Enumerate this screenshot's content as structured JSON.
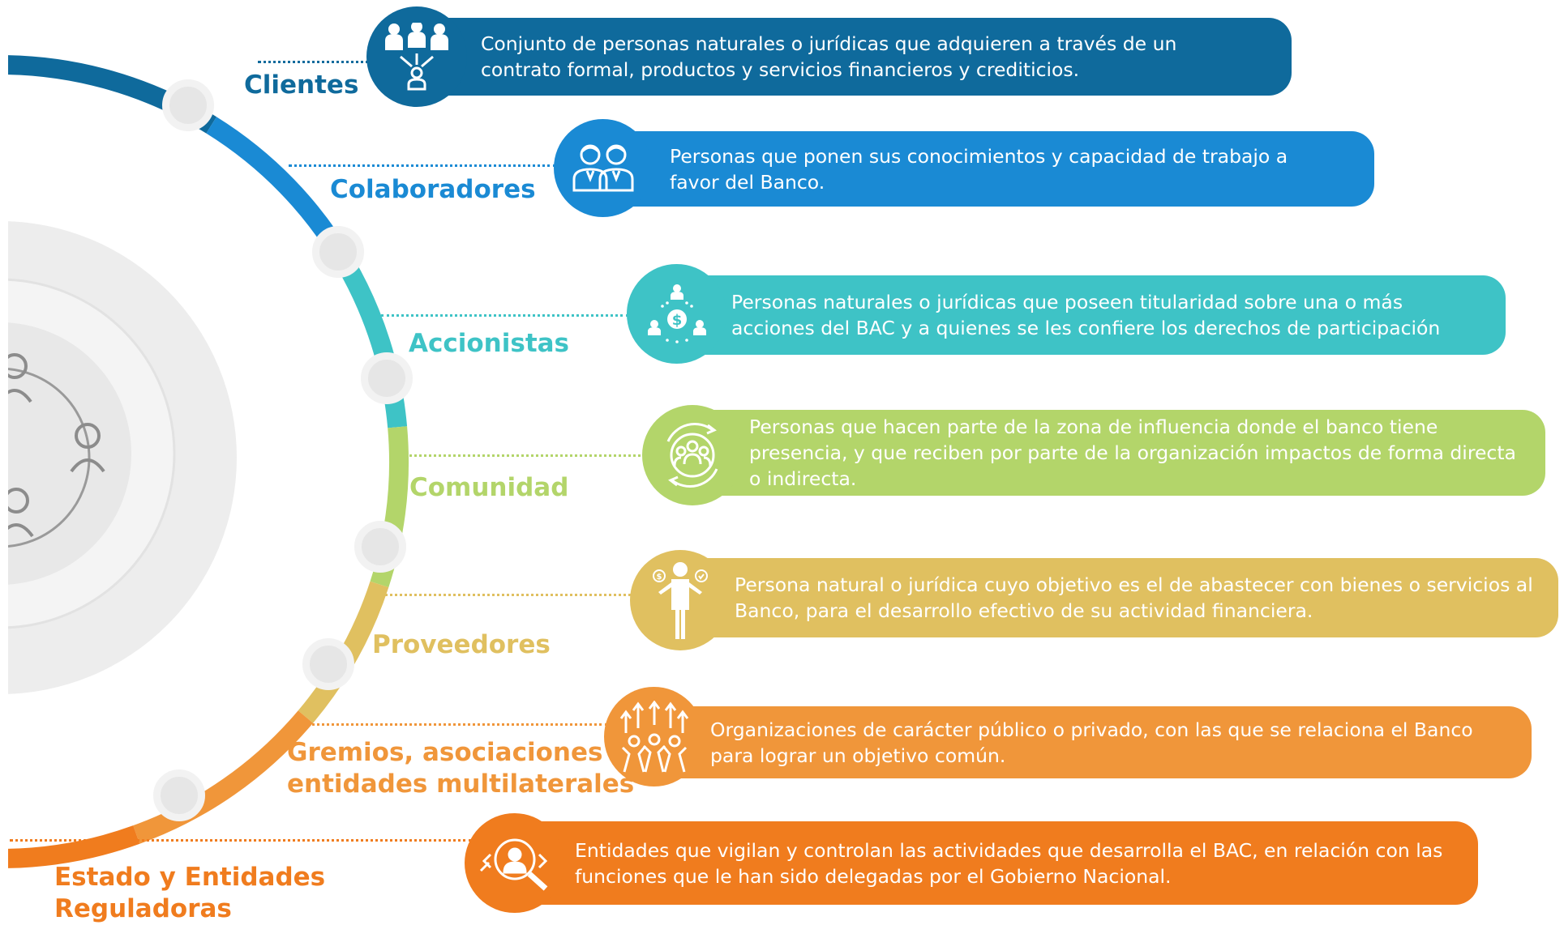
{
  "colors": {
    "clientes": "#0f6a9c",
    "colaboradores": "#1a8ad4",
    "accionistas": "#3ec3c6",
    "comunidad": "#b3d56a",
    "proveedores": "#e0c060",
    "gremios": "#f0963a",
    "estado": "#f07c1e"
  },
  "stakeholders": [
    {
      "label": "Clientes",
      "icon": "clients-group-icon",
      "description": "Conjunto de personas naturales o jurídicas que adquieren a través de un contrato formal, productos y servicios financieros y crediticios."
    },
    {
      "label": "Colaboradores",
      "icon": "collaborators-icon",
      "description": "Personas que ponen sus conocimientos y capacidad de trabajo a favor del Banco."
    },
    {
      "label": "Accionistas",
      "icon": "shareholders-dollar-icon",
      "description": "Personas naturales o jurídicas que poseen titularidad sobre una o más acciones del BAC y a quienes se les confiere los derechos de participación"
    },
    {
      "label": "Comunidad",
      "icon": "community-cycle-icon",
      "description": "Personas que hacen parte de la zona de influencia donde el banco tiene presencia, y que reciben por parte de la organización impactos de forma directa o indirecta."
    },
    {
      "label": "Proveedores",
      "icon": "supplier-person-icon",
      "description": "Persona natural o jurídica cuyo objetivo es el de abastecer con bienes o servicios al Banco, para el desarrollo efectivo de su actividad financiera."
    },
    {
      "label_line1": "Gremios, asociaciones y",
      "label_line2": "entidades multilaterales",
      "icon": "guilds-growth-icon",
      "description": "Organizaciones de carácter público o privado, con las que se relaciona el Banco para lograr un objetivo común."
    },
    {
      "label_line1": "Estado y Entidades",
      "label_line2": "Reguladoras",
      "icon": "regulator-magnifier-icon",
      "description": "Entidades que vigilan y controlan las actividades que desarrolla el BAC, en relación con las funciones que le han sido delegadas por el Gobierno Nacional."
    }
  ]
}
